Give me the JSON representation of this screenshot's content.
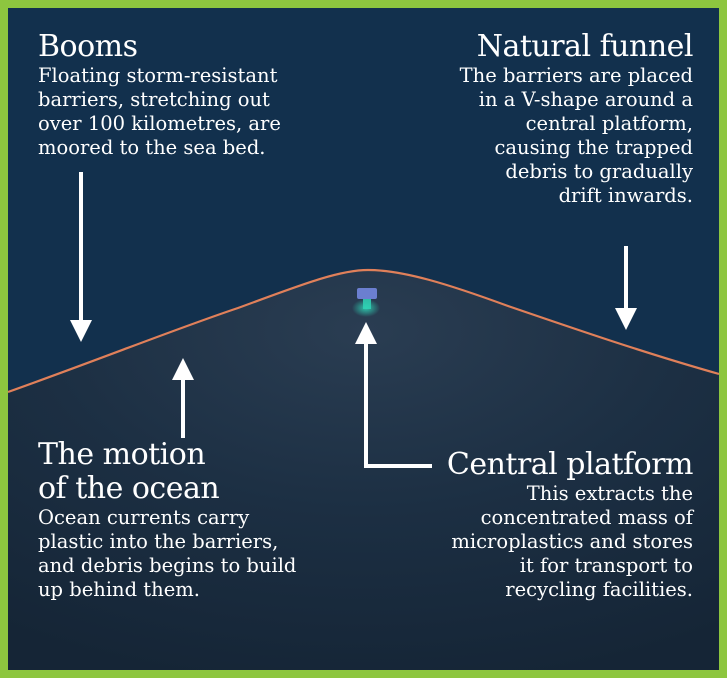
{
  "colors": {
    "border": "#8dc63f",
    "sea": "#12304d",
    "boom_edge": "#e0805a",
    "platform": "#6b7fd0",
    "platform_glow": "#2fd3b5",
    "text": "#ffffff"
  },
  "booms": {
    "title": "Booms",
    "lines": [
      "Floating storm-resistant",
      "barriers, stretching out",
      "over 100 kilometres, are",
      "moored to the sea bed."
    ]
  },
  "natural_funnel": {
    "title": "Natural funnel",
    "lines": [
      "The barriers are placed",
      "in a V-shape around a",
      "central platform,",
      "causing the trapped",
      "debris to gradually",
      "drift inwards."
    ]
  },
  "motion": {
    "title_lines": [
      "The motion",
      "of the ocean"
    ],
    "lines": [
      "Ocean currents carry",
      "plastic into the barriers,",
      "and debris begins to build",
      "up behind them."
    ]
  },
  "central_platform": {
    "title": "Central platform",
    "lines": [
      "This extracts the",
      "concentrated mass of",
      "microplastics and stores",
      "it for transport to",
      "recycling facilities."
    ]
  }
}
